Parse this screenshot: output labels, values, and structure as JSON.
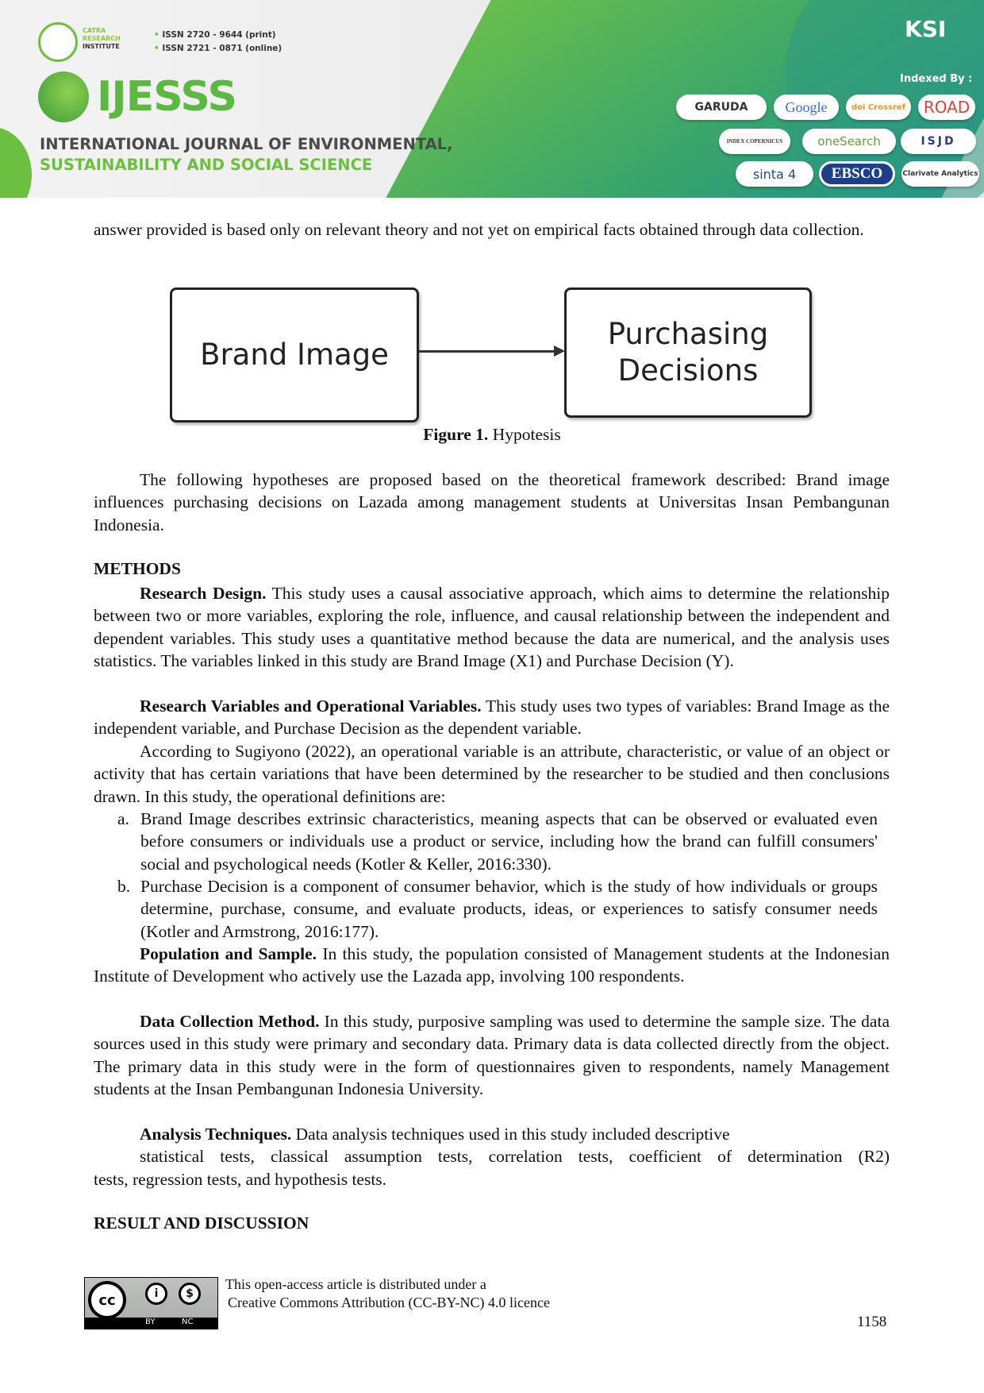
{
  "header": {
    "publisher": [
      "CATRA",
      "RESEARCH",
      "INSTITUTE"
    ],
    "issn_print": "ISSN 2720 - 9644 (print)",
    "issn_online": "ISSN 2721 - 0871 (online)",
    "journal_abbr": "IJESSS",
    "journal_title_line1": "INTERNATIONAL JOURNAL OF ENVIRONMENTAL,",
    "journal_title_line2": "SUSTAINABILITY AND SOCIAL SCIENCE",
    "ksi_logo": "KSI",
    "indexed_by": "Indexed By :",
    "indexers": [
      "GARUDA",
      "Google",
      "doi Crossref",
      "ROAD",
      "INDEX COPERNICUS",
      "oneSearch",
      "ISJD",
      "sinta 4",
      "EBSCO",
      "Clarivate Analytics"
    ]
  },
  "body": {
    "intro_text": "answer provided is based only on relevant theory and not yet on empirical facts obtained through data collection.",
    "figure": {
      "box_left": "Brand Image",
      "box_right": "Purchasing Decisions",
      "caption_label": "Figure 1.",
      "caption_text": " Hypotesis"
    },
    "hypothesis_paragraph": "The following hypotheses are proposed based on the theoretical framework described: Brand image influences purchasing decisions on Lazada among management students at Universitas Insan Pembangunan Indonesia.",
    "methods_heading": "METHODS",
    "research_design": {
      "label": "Research Design.",
      "text": " This study uses a causal associative approach, which aims to determine the relationship between two or more variables, exploring the role, influence, and causal relationship between the independent and dependent variables. This study uses a quantitative method because the data are numerical, and the analysis uses statistics. The variables linked in this study are Brand Image (X1) and Purchase Decision (Y)."
    },
    "research_variables": {
      "label": "Research Variables and Operational Variables.",
      "text": " This study uses two types of variables: Brand Image as the independent variable, and Purchase Decision as the dependent variable."
    },
    "operational_paragraph": "According to Sugiyono (2022), an operational variable is an attribute, characteristic, or value of an object or activity that has certain variations that have been determined by the researcher to be studied and then conclusions drawn. In this study, the operational definitions are:",
    "definitions": [
      {
        "marker": "a.",
        "text": "Brand Image describes extrinsic characteristics, meaning aspects that can be observed or evaluated even before consumers or individuals use a product or service, including how the brand can fulfill consumers' social and psychological needs (Kotler & Keller, 2016:330)."
      },
      {
        "marker": "b.",
        "text": "Purchase Decision is a component of consumer behavior, which is the study of how individuals or groups determine, purchase, consume, and evaluate products, ideas, or experiences to satisfy consumer needs (Kotler and Armstrong, 2016:177)."
      }
    ],
    "population": {
      "label": "Population and Sample.",
      "text": " In this study, the population consisted of Management students at the Indonesian Institute of Development who actively use the Lazada app, involving 100 respondents."
    },
    "data_collection": {
      "label": "Data Collection Method.",
      "text": " In this study, purposive sampling was used to determine the sample size. The data sources used in this study were primary and secondary data. Primary data is data collected directly from the object. The primary data in this study were in the form of questionnaires given to respondents, namely Management students at the Insan Pembangunan Indonesia University."
    },
    "analysis": {
      "label": "Analysis Techniques.",
      "text_line1": " Data analysis techniques used in this study included descriptive",
      "text_line2": "statistical tests, classical assumption tests, correlation tests, coefficient of determination (R2)",
      "text_line3": "tests, regression tests, and hypothesis tests."
    },
    "results_heading": "RESULT AND DISCUSSION"
  },
  "footer": {
    "cc_badge": {
      "cc": "cc",
      "by": "BY",
      "nc": "NC"
    },
    "license_line1": "This open-access article is distributed under a",
    "license_line2": "Creative Commons Attribution (CC-BY-NC) 4.0 licence",
    "page_number": "1158"
  }
}
